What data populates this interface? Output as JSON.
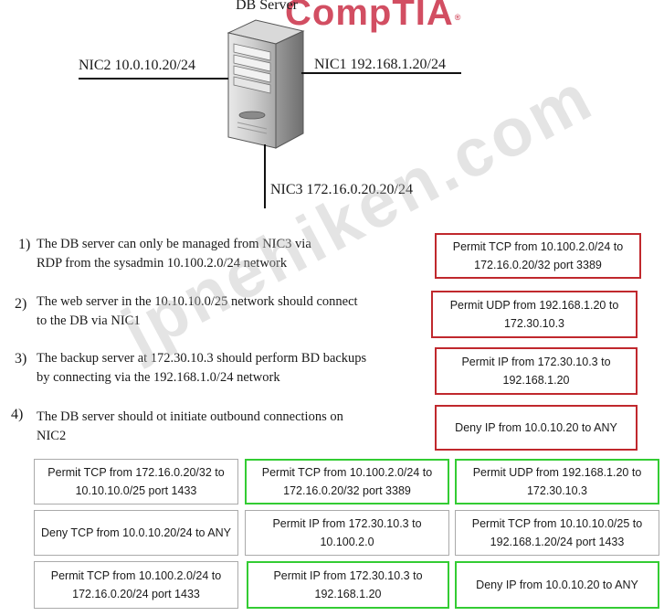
{
  "title": "DB Server",
  "logo_text": "CompTIA",
  "watermark": "jpnehiken.com",
  "nics": {
    "nic1": "NIC1 192.168.1.20/24",
    "nic2": "NIC2 10.0.10.20/24",
    "nic3": "NIC3 172.16.0.20.20/24"
  },
  "requirements": [
    {
      "num": "1)",
      "text": "The DB server can only be managed from NIC3 via RDP from the sysadmin 10.100.2.0/24 network",
      "answer": "Permit TCP from 10.100.2.0/24 to 172.16.0.20/32 port 3389"
    },
    {
      "num": "2)",
      "text": "The web server in the 10.10.10.0/25 network should connect to the DB via NIC1",
      "answer": "Permit UDP from 192.168.1.20 to 172.30.10.3"
    },
    {
      "num": "3)",
      "text": "The backup server at 172.30.10.3 should perform BD backups by connecting via the 192.168.1.0/24 network",
      "answer": "Permit IP from 172.30.10.3 to 192.168.1.20"
    },
    {
      "num": "4)",
      "text": "The DB server should ot initiate outbound connections on NIC2",
      "answer": "Deny IP from 10.0.10.20 to ANY"
    }
  ],
  "options": [
    {
      "text": "Permit TCP from 172.16.0.20/32 to 10.10.10.0/25 port 1433",
      "selected": false
    },
    {
      "text": "Permit TCP from 10.100.2.0/24 to 172.16.0.20/32 port 3389",
      "selected": true
    },
    {
      "text": "Permit UDP from 192.168.1.20 to 172.30.10.3",
      "selected": true
    },
    {
      "text": "Deny TCP from 10.0.10.20/24 to ANY",
      "selected": false
    },
    {
      "text": "Permit IP from 172.30.10.3 to 10.100.2.0",
      "selected": false
    },
    {
      "text": "Permit TCP from 10.10.10.0/25 to 192.168.1.20/24 port 1433",
      "selected": false
    },
    {
      "text": "Permit TCP from 10.100.2.0/24 to 172.16.0.20/24 port 1433",
      "selected": false
    },
    {
      "text": "Permit IP from 172.30.10.3 to 192.168.1.20",
      "selected": true
    },
    {
      "text": "Deny IP from 10.0.10.20 to ANY",
      "selected": true
    }
  ]
}
